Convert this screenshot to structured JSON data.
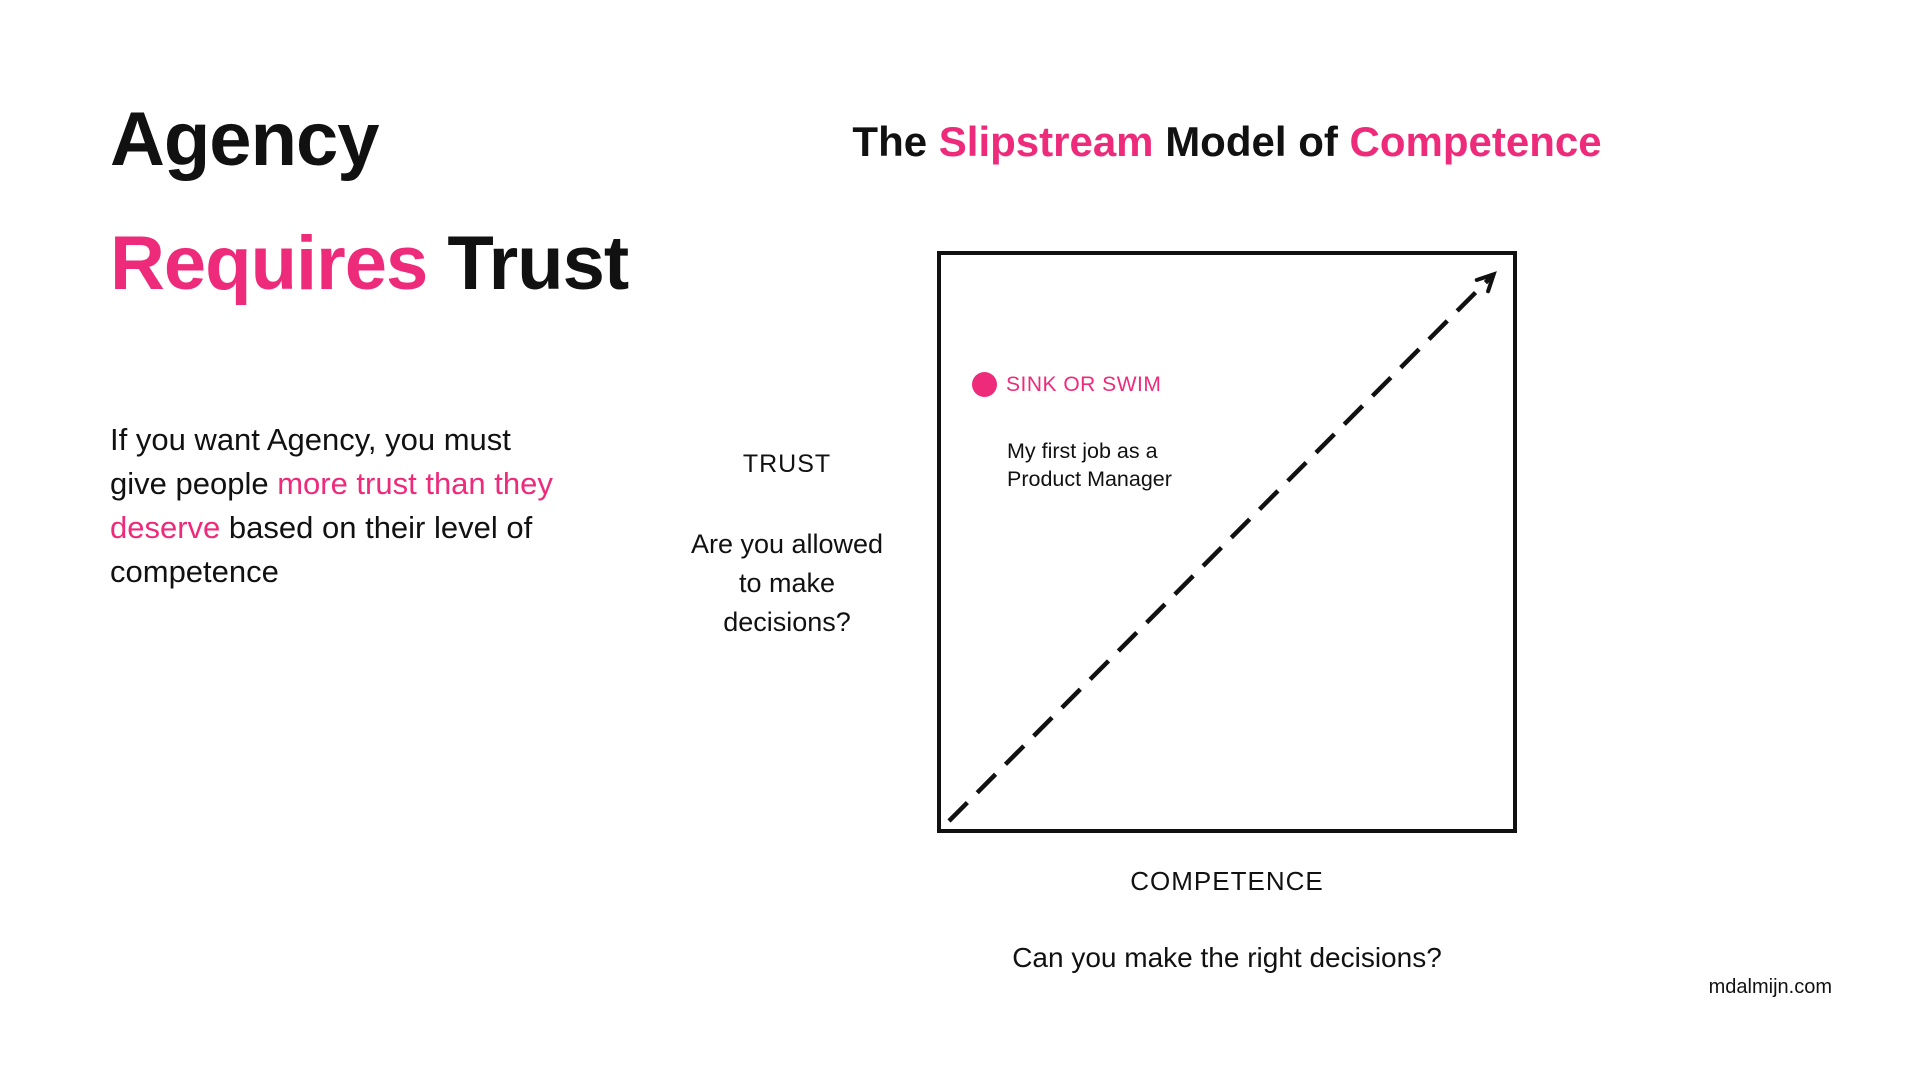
{
  "colors": {
    "accent": "#ee2a7b",
    "text": "#111111",
    "background": "#ffffff"
  },
  "hero": {
    "title_line1": "Agency",
    "title_line2_accent": "Requires",
    "title_line2_rest": " Trust",
    "body_part1": "If you want Agency, you must give people ",
    "body_accent": "more trust than they deserve",
    "body_part2": " based on their level of competence"
  },
  "diagram": {
    "title_part1": "The ",
    "title_accent1": "Slipstream",
    "title_part2": " Model of ",
    "title_accent2": "Competence",
    "point": {
      "label": "SINK OR SWIM",
      "description_line1": "My first job as a",
      "description_line2": "Product Manager"
    },
    "y_axis": {
      "label": "TRUST",
      "question": "Are you allowed to make decisions?"
    },
    "x_axis": {
      "label": "COMPETENCE",
      "question": "Can you make the right decisions?"
    }
  },
  "footer": {
    "credit": "mdalmijn.com"
  }
}
